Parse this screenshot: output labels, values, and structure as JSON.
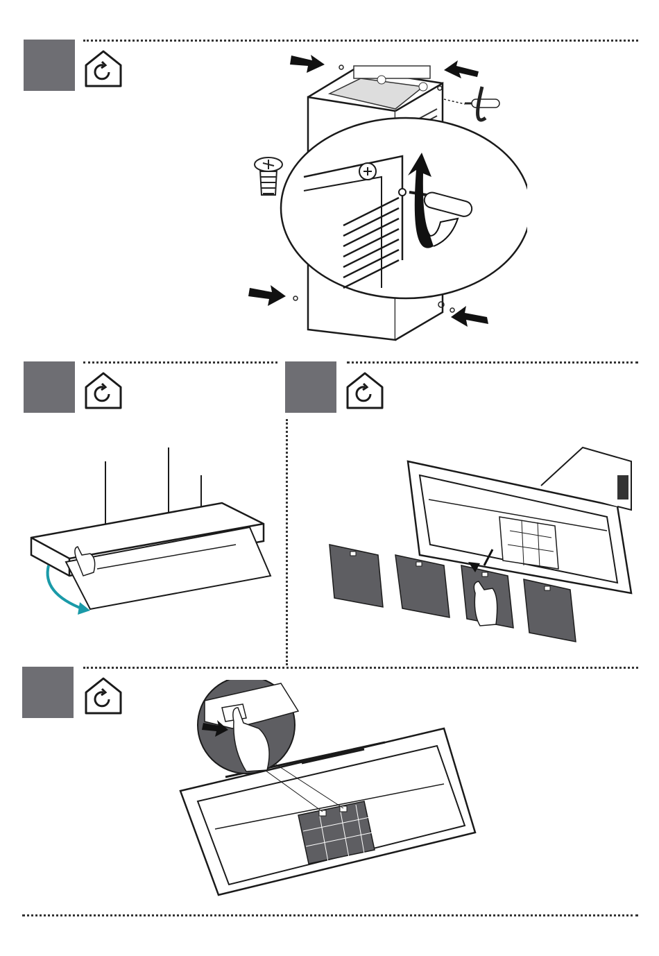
{
  "page": {
    "background": "#ffffff",
    "step_box_color": "#6e6e73",
    "accent_arrow_color": "#1a9aa8",
    "ink_color": "#1a1a1a",
    "filter_color": "#5e5e62"
  },
  "steps": [
    {
      "id": "step-1",
      "badge_icon": "house-rotate-icon",
      "illustration": "chimney-screw-removal"
    },
    {
      "id": "step-2",
      "badge_icon": "house-rotate-icon",
      "illustration": "open-hood-panel"
    },
    {
      "id": "step-3",
      "badge_icon": "house-rotate-icon",
      "illustration": "remove-grease-filters"
    },
    {
      "id": "step-4",
      "badge_icon": "house-rotate-icon",
      "illustration": "install-carbon-filter"
    }
  ]
}
